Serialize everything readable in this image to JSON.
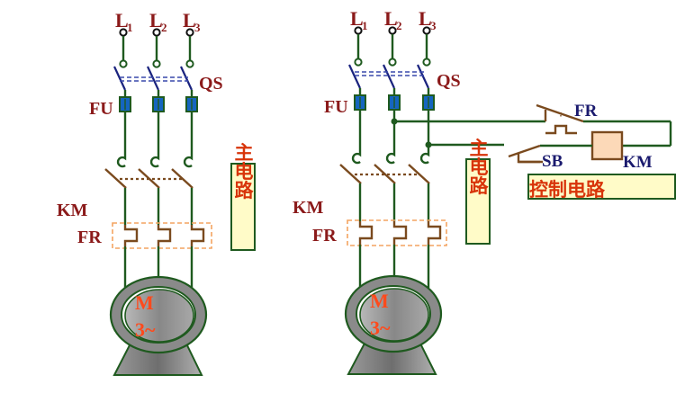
{
  "diagrams": [
    {
      "name": "main-circuit-only",
      "phase_labels": [
        "L",
        "L",
        "L"
      ],
      "phase_subscripts": [
        "1",
        "2",
        "3"
      ],
      "switch_label": "QS",
      "fuse_label": "FU",
      "contactor_label": "KM",
      "relay_label": "FR",
      "motor_label": "M",
      "motor_sub_label": "3~",
      "section_label": "主电路"
    },
    {
      "name": "main-and-control-circuit",
      "phase_labels": [
        "L",
        "L",
        "L"
      ],
      "phase_subscripts": [
        "1",
        "2",
        "3"
      ],
      "switch_label": "QS",
      "fuse_label": "FU",
      "contactor_label": "KM",
      "relay_label": "FR",
      "motor_label": "M",
      "motor_sub_label": "3~",
      "section_label": "主电路",
      "control": {
        "relay_contact_label": "FR",
        "button_label": "SB",
        "coil_label": "KM",
        "section_label": "控制电路"
      }
    }
  ],
  "colors": {
    "wire": "#1f5a1f",
    "label_red": "#8b1a1a",
    "label_navy": "#1a1a6e",
    "annotation": "#d8340a",
    "annotation_bg": "#fffbc8",
    "fuse": "#1565c0",
    "coil_fill": "#fcd9b8"
  }
}
